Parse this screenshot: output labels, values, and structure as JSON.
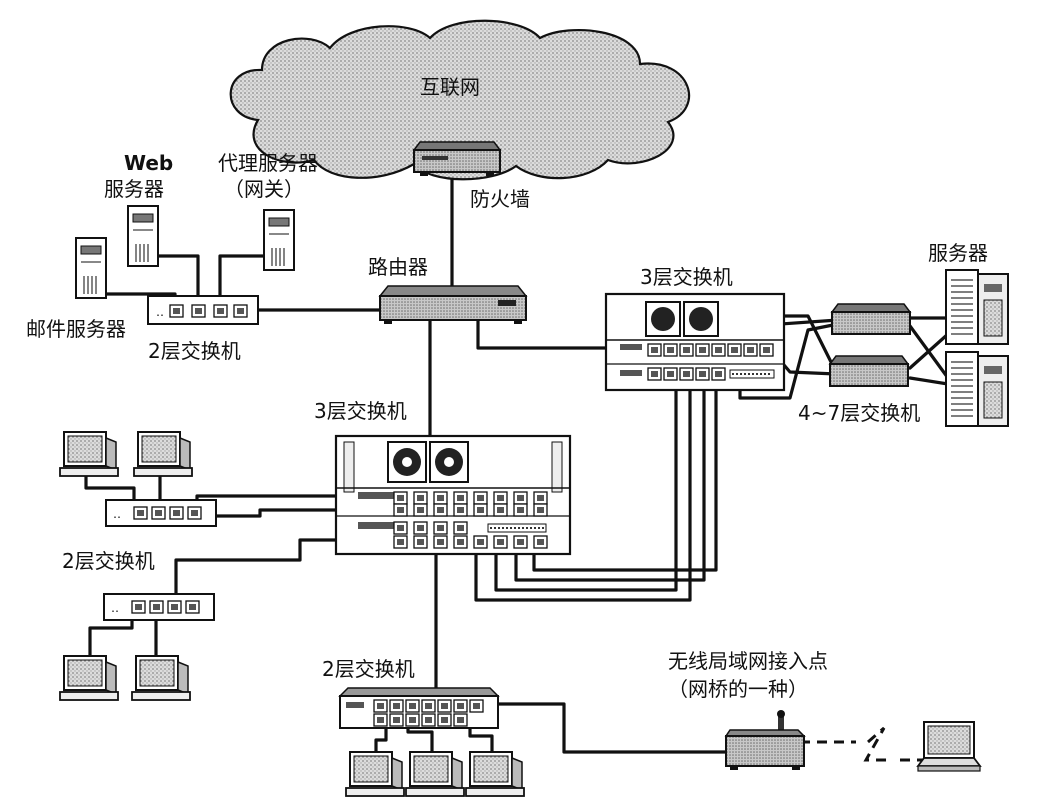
{
  "labels": {
    "internet": "互联网",
    "firewall": "防火墙",
    "router": "路由器",
    "web_server_line1": "Web",
    "web_server_line2": "服务器",
    "proxy_server_line1": "代理服务器",
    "proxy_server_line2": "（网关）",
    "mail_server": "邮件服务器",
    "l2_switch_top": "2层交换机",
    "l3_switch_right": "3层交换机",
    "servers": "服务器",
    "l47_switch": "4~7层交换机",
    "l3_switch_center": "3层交换机",
    "l2_switch_left": "2层交换机",
    "l2_switch_bottom": "2层交换机",
    "wlan_ap_line1": "无线局域网接入点",
    "wlan_ap_line2": "（网桥的一种）"
  },
  "colors": {
    "line": "#111111",
    "device_fill": "#d9d9d9",
    "cloud_fill": "#cfcfcf",
    "background": "#ffffff"
  },
  "icons": [
    "cloud-icon",
    "firewall-icon",
    "router-icon",
    "server-tower-icon",
    "switch-icon",
    "chassis-switch-icon",
    "desktop-pc-icon",
    "laptop-icon",
    "access-point-icon"
  ]
}
